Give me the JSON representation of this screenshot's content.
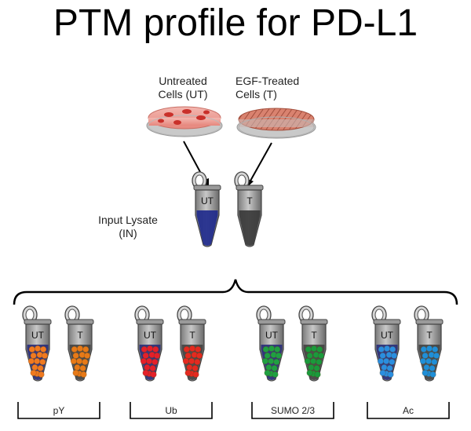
{
  "title": "PTM profile for PD-L1",
  "dishes": {
    "untreated": "Untreated\nCells  (UT)",
    "treated": "EGF-Treated\nCells  (T)"
  },
  "input_label": "Input Lysate\n(IN)",
  "input_tubes": [
    {
      "label": "UT",
      "liquid": "#1f2a8c"
    },
    {
      "label": "T",
      "liquid": "#3a3a3a"
    }
  ],
  "groups": [
    {
      "name": "pY",
      "tubes": [
        {
          "label": "UT",
          "liquid": "#2a2f7a",
          "beads": "#f07a20"
        },
        {
          "label": "T",
          "liquid": "#444444",
          "beads": "#e77a18"
        }
      ]
    },
    {
      "name": "Ub",
      "tubes": [
        {
          "label": "UT",
          "liquid": "#2a2f7a",
          "beads": "#e4202a"
        },
        {
          "label": "T",
          "liquid": "#444444",
          "beads": "#e42a20"
        }
      ]
    },
    {
      "name": "SUMO 2/3",
      "tubes": [
        {
          "label": "UT",
          "liquid": "#2a2f7a",
          "beads": "#1fa042"
        },
        {
          "label": "T",
          "liquid": "#444444",
          "beads": "#1a9a3c"
        }
      ]
    },
    {
      "name": "Ac",
      "tubes": [
        {
          "label": "UT",
          "liquid": "#2a2f7a",
          "beads": "#2a8ee0"
        },
        {
          "label": "T",
          "liquid": "#444444",
          "beads": "#1f8fd8"
        }
      ]
    }
  ]
}
